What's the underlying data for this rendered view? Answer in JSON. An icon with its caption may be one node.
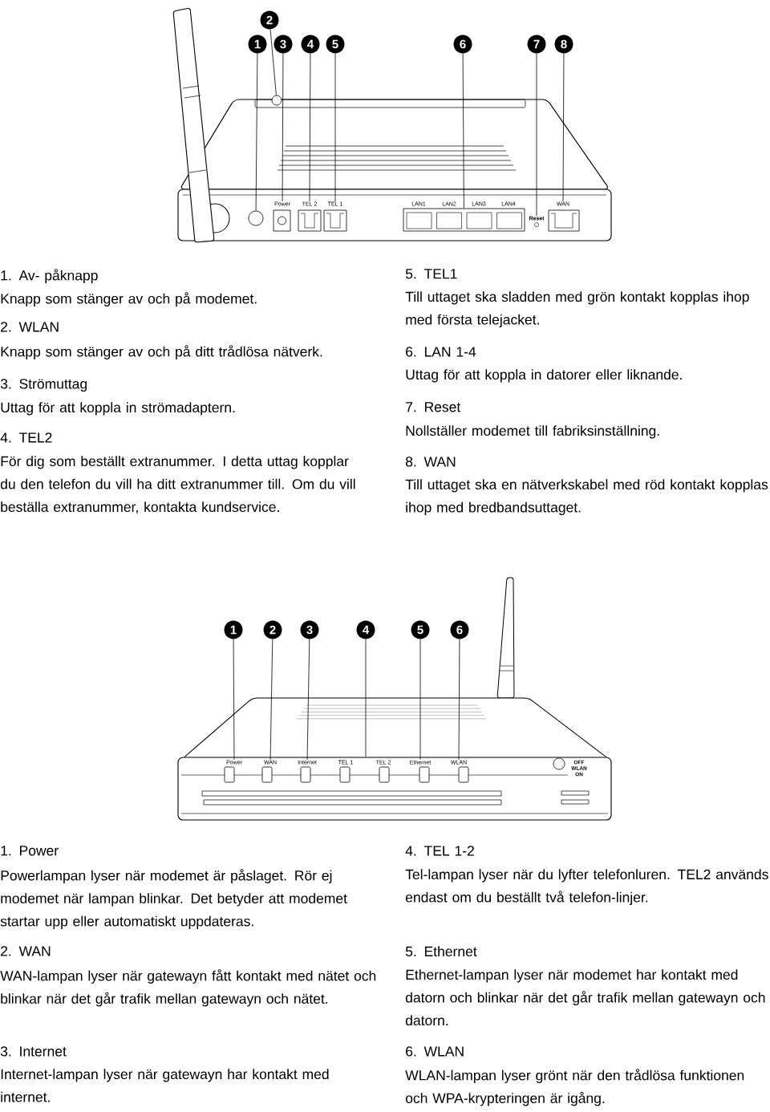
{
  "diagram": {
    "nodes": [
      {
        "text": [
          "1"
        ]
      },
      {
        "text": [
          "2"
        ]
      },
      {
        "text": [
          "3"
        ]
      },
      {
        "text": [
          "4"
        ]
      },
      {
        "text": [
          "5"
        ]
      },
      {
        "text": [
          "6"
        ]
      },
      {
        "text": [
          "7"
        ]
      },
      {
        "text": [
          "8"
        ]
      },
      {
        "text": [],
        "shape": "circle"
      },
      {
        "text": [],
        "shape": "circle"
      },
      {
        "text": [
          "Power"
        ]
      },
      {
        "text": [
          "TEL 2"
        ]
      },
      {
        "text": [
          "TEL 1"
        ]
      },
      {
        "text": [],
        "shape": "box"
      },
      {
        "text": [
          "Reset"
        ]
      },
      {
        "text": [
          "WAN"
        ]
      },
      {
        "text": [
          "1"
        ]
      },
      {
        "text": [
          "2"
        ]
      },
      {
        "text": [
          "3"
        ]
      },
      {
        "text": [
          "4"
        ]
      },
      {
        "text": [
          "5"
        ]
      },
      {
        "text": [
          "6"
        ]
      },
      {
        "text": [
          "Power"
        ]
      },
      {
        "text": [
          "WAN"
        ]
      },
      {
        "text": [
          "Internet"
        ]
      },
      {
        "text": [
          "Ethernet"
        ]
      },
      {
        "text": [
          "WLAN"
        ]
      }
    ],
    "edges": [
      {
        "from": 0,
        "to": 9,
        "arrow": "none"
      },
      {
        "from": 1,
        "to": 8,
        "arrow": "none"
      },
      {
        "from": 2,
        "to": 10,
        "arrow": "none"
      },
      {
        "from": 3,
        "to": 11,
        "arrow": "none"
      },
      {
        "from": 4,
        "to": 12,
        "arrow": "none"
      },
      {
        "from": 5,
        "to": 13,
        "arrow": "none"
      },
      {
        "from": 6,
        "to": 14,
        "arrow": "none"
      },
      {
        "from": 7,
        "to": 15,
        "arrow": "none"
      },
      {
        "from": 16,
        "to": 22,
        "arrow": "none"
      },
      {
        "from": 17,
        "to": 23,
        "arrow": "none"
      },
      {
        "from": 18,
        "to": 24,
        "arrow": "none"
      },
      {
        "from": 19,
        "to": null,
        "arrow": "none"
      },
      {
        "from": 20,
        "to": 25,
        "arrow": "none"
      },
      {
        "from": 21,
        "to": 26,
        "arrow": "none"
      }
    ],
    "labels": [
      "LAN1",
      "LAN2",
      "LAN3",
      "LAN4",
      "1. Av- påknapp",
      "Knapp som stänger av och på modemet.",
      "2. WLAN",
      "Knapp som stänger av och på ditt trådlösa nätverk.",
      "3. Strömuttag",
      "Uttag för att koppla in strömadaptern.",
      "4. TEL2",
      "För dig som beställt extranummer. I detta uttag kopplar du den telefon du vill ha ditt extranummer till. Om du vill beställa extranummer, kontakta kundservice.",
      "5. TEL1",
      "Till uttaget ska sladden med grön kontakt kopplas ihop med första telejacket.",
      "6. LAN 1-4",
      "Uttag för att koppla in datorer eller liknande.",
      "7. Reset",
      "Nollställer modemet till fabriksinställning.",
      "8. WAN",
      "Till uttaget ska en nätverkskabel med röd kontakt kopplas ihop med bredbandsuttaget.",
      "TEL 1",
      "TEL 2",
      "OFF",
      "WLAN",
      "ON",
      "1. Power",
      "Powerlampan lyser när modemet är påslaget. Rör ej modemet när lampan blinkar. Det betyder att modemet startar upp eller automatiskt uppdateras.",
      "2. WAN",
      "WAN-lampan lyser när gatewayn fått kontakt med nätet och blinkar när det går trafik mellan gatewayn och nätet.",
      "3. Internet",
      "Internet-lampan lyser när gatewayn har kontakt med internet.",
      "4. TEL 1-2",
      "Tel-lampan lyser när du lyfter telefonluren. TEL2 används endast om du beställt två telefon-linjer.",
      "5. Ethernet",
      "Ethernet-lampan lyser när modemet har kontakt med datorn och blinkar när det går trafik mellan gatewayn och datorn.",
      "6. WLAN",
      "WLAN-lampan lyser grönt när den trådlösa funktionen och WPA-krypteringen är igång."
    ]
  }
}
